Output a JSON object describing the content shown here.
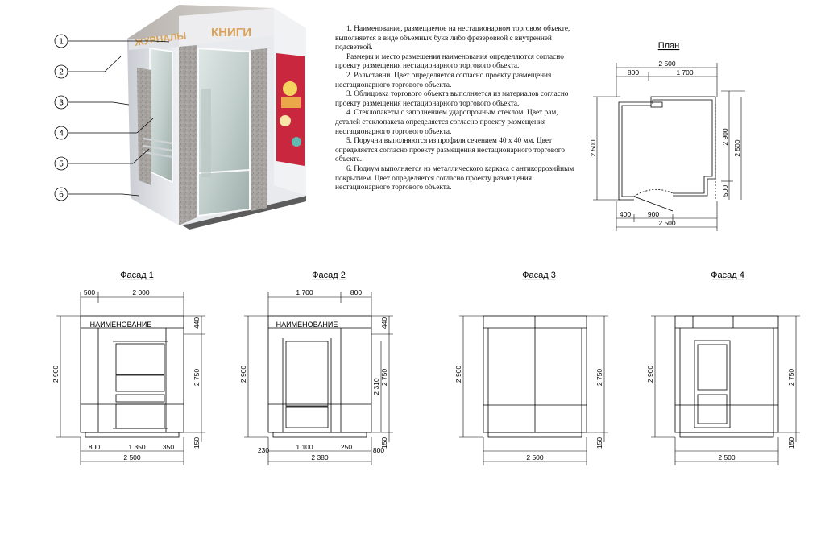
{
  "notes": [
    "1. Наименование, размещаемое на нестационарном торговом объекте, выполняется в виде объемных букв либо фрезеровкой с внутренней подсветкой.",
    "Размеры и место размещения наименования определяются согласно проекту размещения нестационарного торгового объекта.",
    "2. Рольставни. Цвет определяется согласно проекту размещения нестационарного торгового объекта.",
    "3. Облицовка торгового объекта выполняется из материалов согласно проекту размещения нестационарного торгового объекта.",
    "4. Стеклопакеты с заполнением ударопрочным стеклом. Цвет рам, деталей стеклопакета определяется согласно проекту размещения нестационарного торгового объекта.",
    "5. Поручни выполняются из профиля сечением 40 х 40 мм. Цвет определяется согласно проекту размещения нестационарного торгового объекта.",
    "6. Подиум выполняется из металлического каркаса с антикоррозийным покрытием. Цвет определяется согласно проекту размещения нестационарного торгового объекта."
  ],
  "render": {
    "callouts": [
      "1",
      "2",
      "3",
      "4",
      "5",
      "6"
    ],
    "sign_left": "ЖУРНАЛЫ",
    "sign_right": "КНИГИ"
  },
  "plan": {
    "title": "План",
    "dims": {
      "top_total": "2 500",
      "top_a": "800",
      "top_b": "1 700",
      "left": "2 500",
      "right_a": "2 900",
      "right_b": "2 500",
      "right_c": "500",
      "bottom_a": "400",
      "bottom_b": "900",
      "bottom_total": "2 500"
    }
  },
  "facades": [
    {
      "title": "Фасад 1",
      "label": "НАИМЕНОВАНИЕ",
      "dims": {
        "top_a": "500",
        "top_b": "2 000",
        "left": "2 900",
        "right_top": "440",
        "right": "2 750",
        "right_bottom": "150",
        "bottom_a": "800",
        "bottom_b": "1 350",
        "bottom_c": "350",
        "bottom_total": "2 500"
      }
    },
    {
      "title": "Фасад 2",
      "label": "НАИМЕНОВАНИЕ",
      "dims": {
        "top_a": "1 700",
        "top_b": "800",
        "left": "2 900",
        "right_top": "440",
        "right_mid": "2 310",
        "right": "2 750",
        "right_bottom": "150",
        "bottom_a": "230",
        "bottom_b": "1 100",
        "bottom_c": "250",
        "bottom_d": "800",
        "bottom_total": "2 380"
      }
    },
    {
      "title": "Фасад 3",
      "dims": {
        "left": "2 900",
        "right": "2 750",
        "right_bottom": "150",
        "bottom_total": "2 500"
      }
    },
    {
      "title": "Фасад 4",
      "dims": {
        "left": "2 900",
        "right": "2 750",
        "right_bottom": "150",
        "bottom_total": "2 500"
      }
    }
  ]
}
